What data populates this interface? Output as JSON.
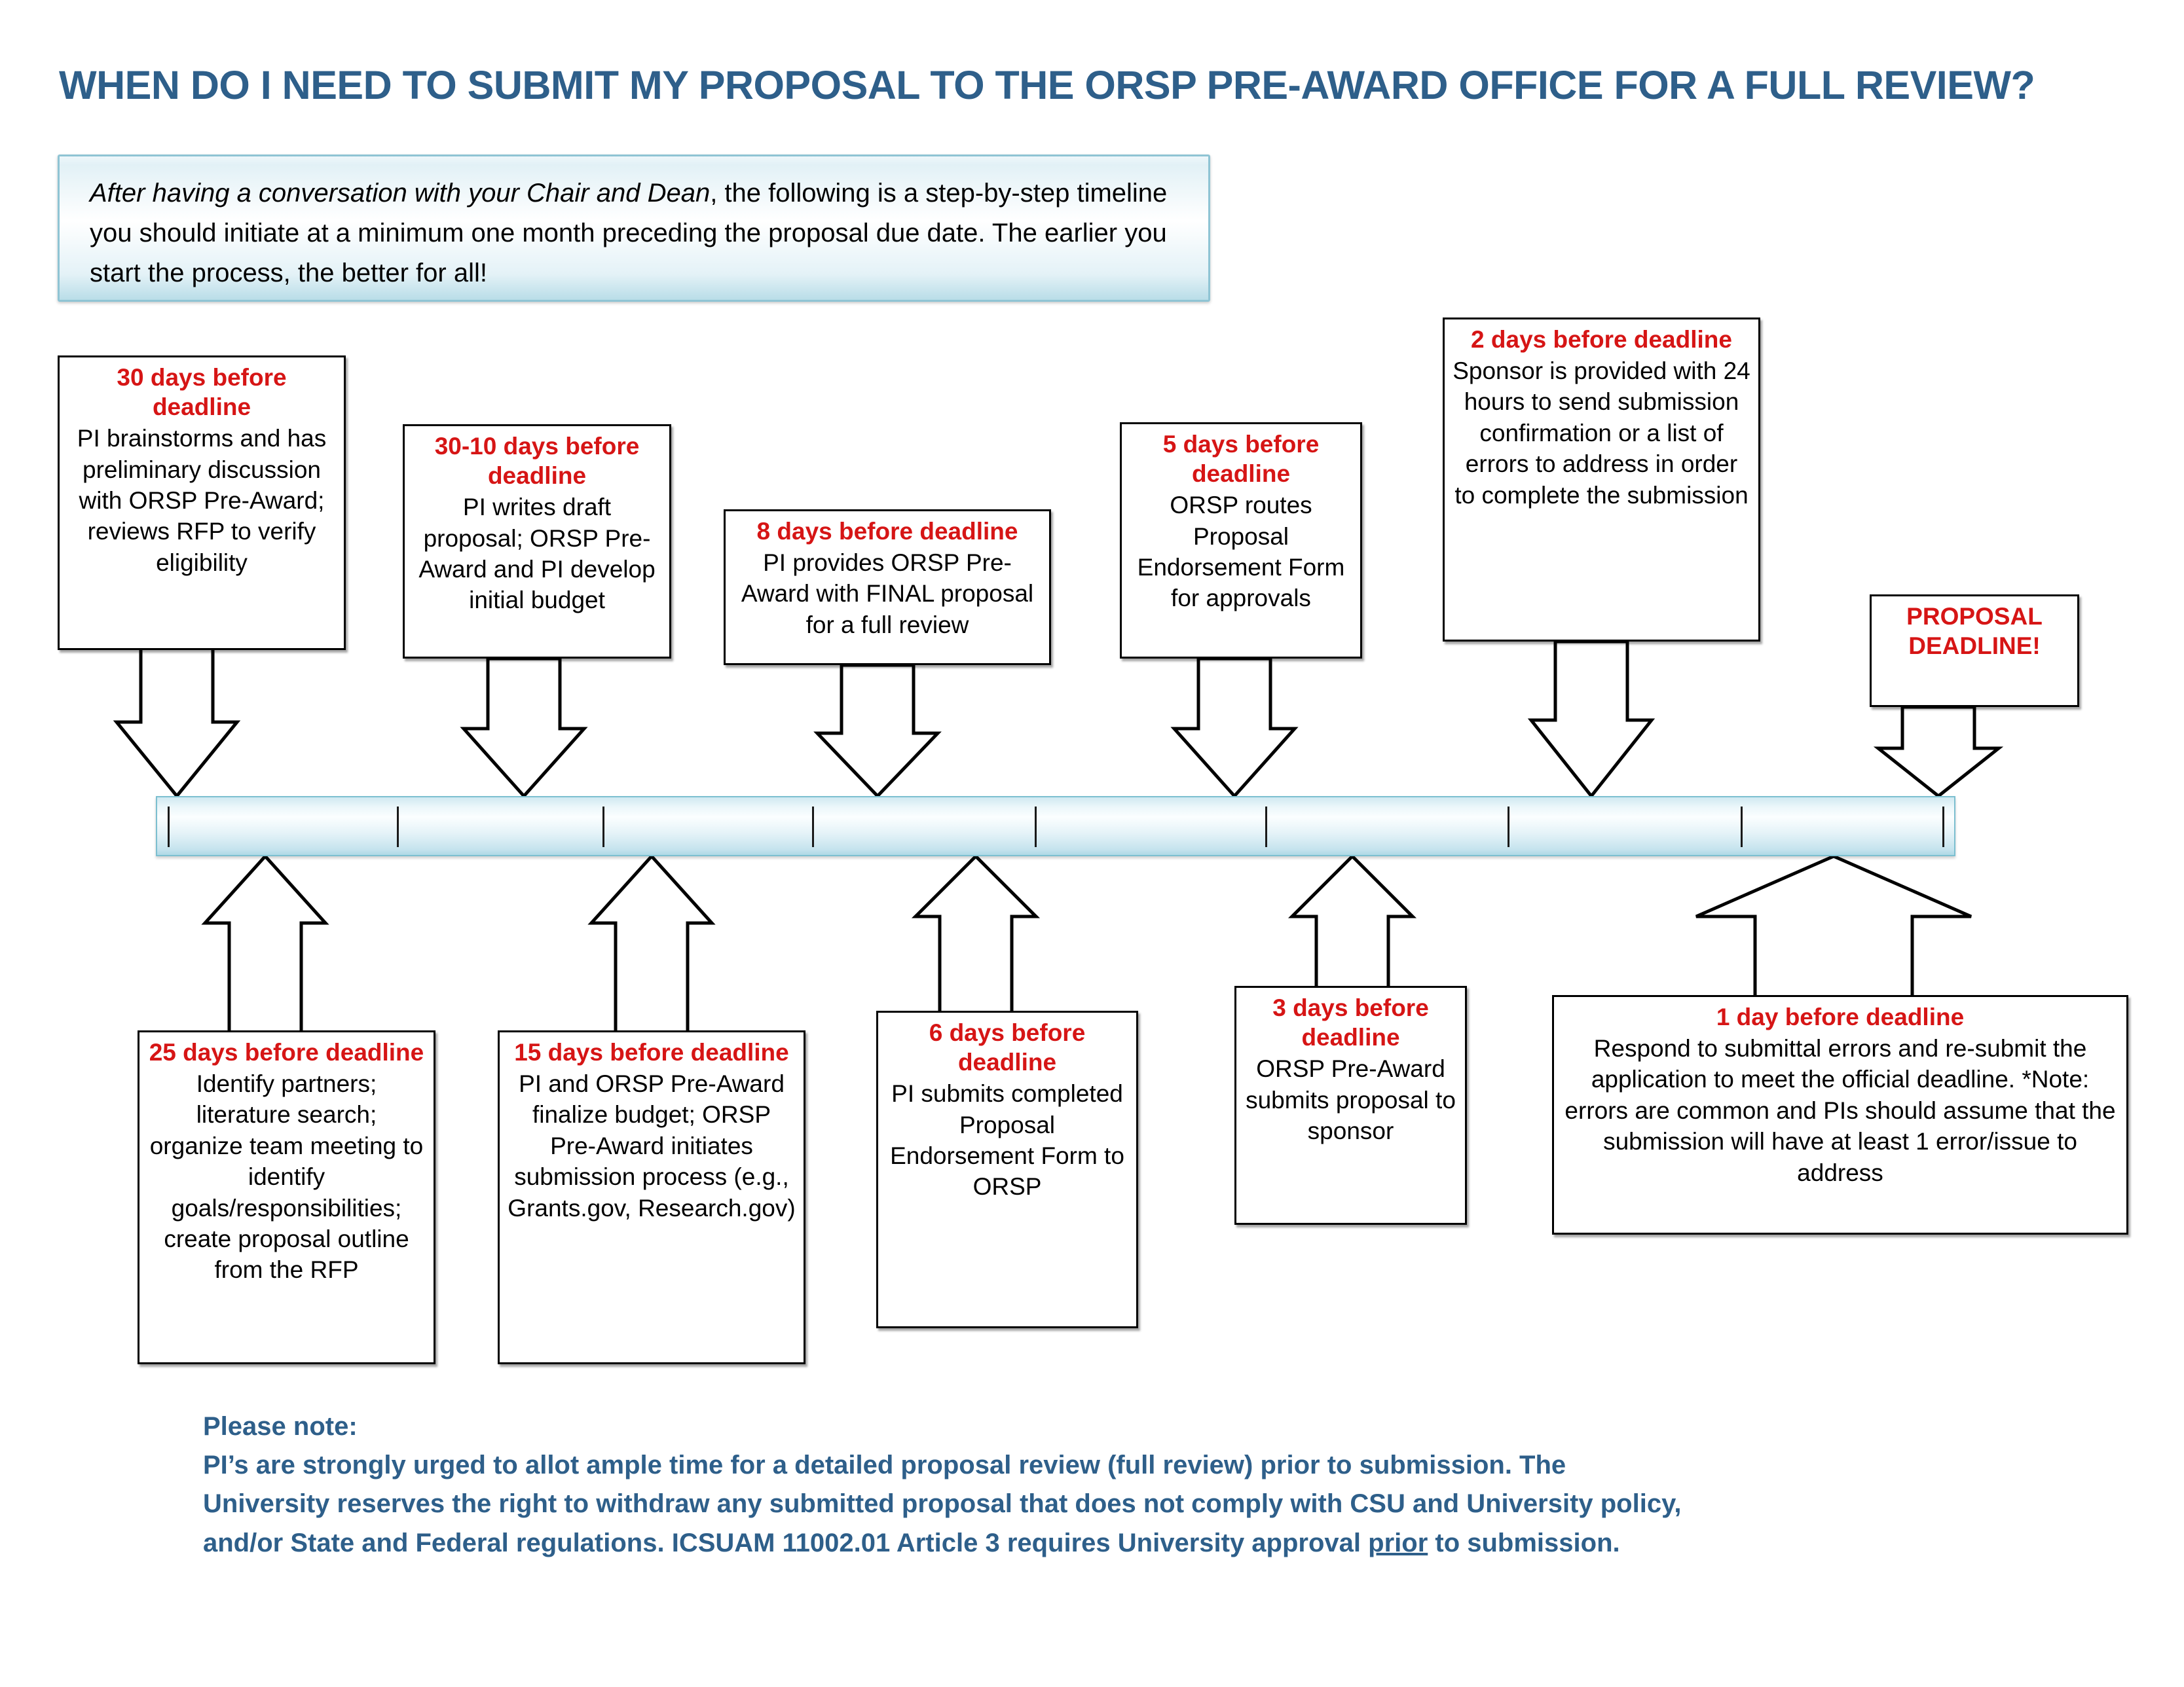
{
  "title": "WHEN DO I NEED TO SUBMIT MY PROPOSAL TO THE ORSP PRE-AWARD OFFICE FOR A FULL REVIEW?",
  "intro": {
    "emphasis": "After having a conversation with your Chair and Dean",
    "rest": ", the following is a step-by-step timeline you should initiate at a minimum one month preceding the proposal due date.  The earlier you start the process, the better for all!"
  },
  "colors": {
    "title_blue": "#2e5f8a",
    "accent_red": "#d61515",
    "bar_blue": "#aed9e6",
    "bar_border": "#7cbfd0",
    "box_border": "#000000",
    "note_blue": "#2e5f8a"
  },
  "timeline": {
    "tick_count": 9,
    "tick_label": "timeline-tick"
  },
  "callouts_above": [
    {
      "id": "30-days",
      "heading": "30 days before deadline",
      "body": "PI brainstorms and has preliminary discussion with ORSP Pre-Award; reviews RFP to verify eligibility"
    },
    {
      "id": "30-10-days",
      "heading": "30-10 days before deadline",
      "body": "PI writes draft proposal; ORSP Pre-Award and PI develop initial budget"
    },
    {
      "id": "8-days",
      "heading": "8 days before deadline",
      "body": "PI provides ORSP Pre-Award with FINAL proposal for a full review"
    },
    {
      "id": "5-days",
      "heading": "5 days before deadline",
      "body": "ORSP routes Proposal Endorsement Form for approvals"
    },
    {
      "id": "2-days",
      "heading": "2 days before deadline",
      "body": "Sponsor is provided with 24 hours to send submission confirmation or a list of errors to address in order to complete the submission"
    },
    {
      "id": "proposal-deadline",
      "heading": "PROPOSAL DEADLINE!",
      "body": ""
    }
  ],
  "callouts_below": [
    {
      "id": "25-days",
      "heading": "25 days before deadline",
      "body": "Identify partners; literature search; organize team meeting to identify goals/responsibilities; create proposal outline from the RFP"
    },
    {
      "id": "15-days",
      "heading": "15 days before deadline",
      "body": "PI and ORSP Pre-Award finalize budget; ORSP Pre-Award initiates submission process (e.g., Grants.gov, Research.gov)"
    },
    {
      "id": "6-days",
      "heading": "6 days before deadline",
      "body": "PI submits completed Proposal Endorsement Form to ORSP"
    },
    {
      "id": "3-days",
      "heading": "3 days before deadline",
      "body": "ORSP Pre-Award submits proposal to sponsor"
    },
    {
      "id": "1-day",
      "heading": "1 day before deadline",
      "body": "Respond to submittal errors and re-submit the application to meet the official deadline. *Note: errors are common and PIs should assume that the submission will have at least 1 error/issue to address"
    }
  ],
  "footer": {
    "line1": "Please note:",
    "line2": "PI’s are strongly urged to allot ample time for a detailed proposal review (full review) prior to submission.  The",
    "line3": "University reserves the right to withdraw any submitted proposal that does not comply with CSU and University policy,",
    "line4_pre": "and/or State and Federal regulations.  ICSUAM 11002.01 Article 3 requires University approval ",
    "line4_underlined": "prior",
    "line4_post": " to submission."
  }
}
